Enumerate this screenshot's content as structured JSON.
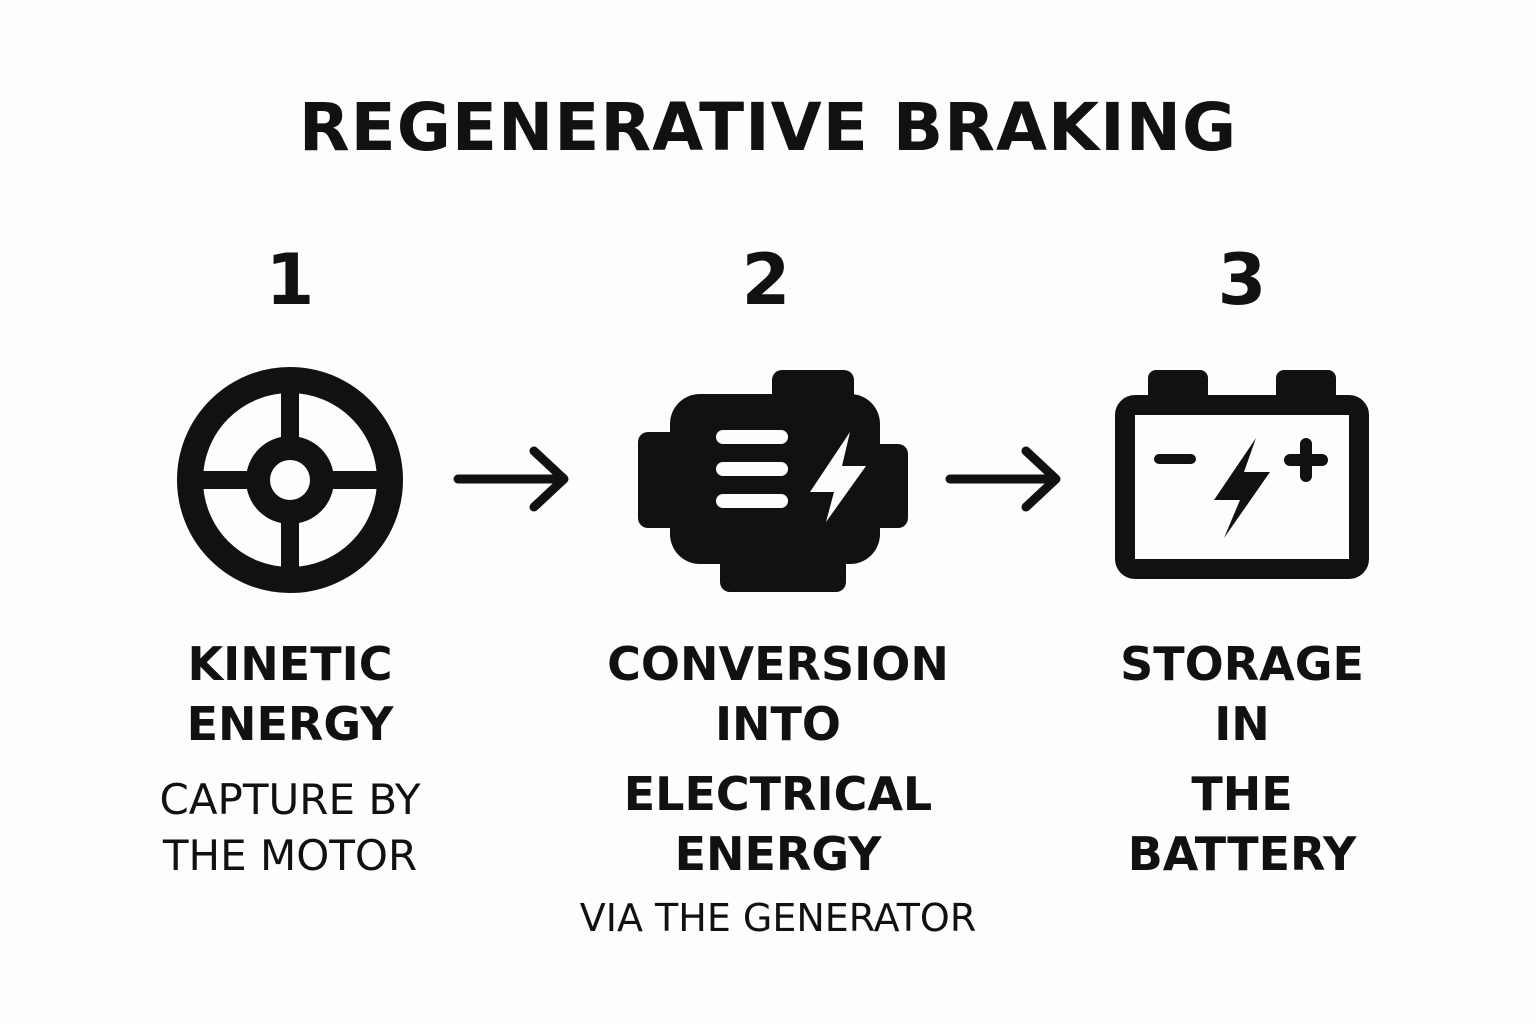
{
  "title": "REGENERATIVE BRAKING",
  "steps": [
    {
      "number": "1",
      "icon": "wheel-icon",
      "label_lines": [
        "KINETIC",
        "ENERGY"
      ],
      "sub_lines": [
        "CAPTURE BY",
        "THE MOTOR"
      ]
    },
    {
      "number": "2",
      "icon": "generator-icon",
      "label_lines": [
        "CONVERSION",
        "INTO",
        "ELECTRICAL",
        "ENERGY"
      ],
      "sub_lines": [
        "VIA THE GENERATOR"
      ]
    },
    {
      "number": "3",
      "icon": "battery-icon",
      "label_lines": [
        "STORAGE",
        "IN",
        "THE",
        "BATTERY"
      ],
      "sub_lines": []
    }
  ],
  "colors": {
    "ink": "#111111",
    "background": "#fdfdfd"
  }
}
